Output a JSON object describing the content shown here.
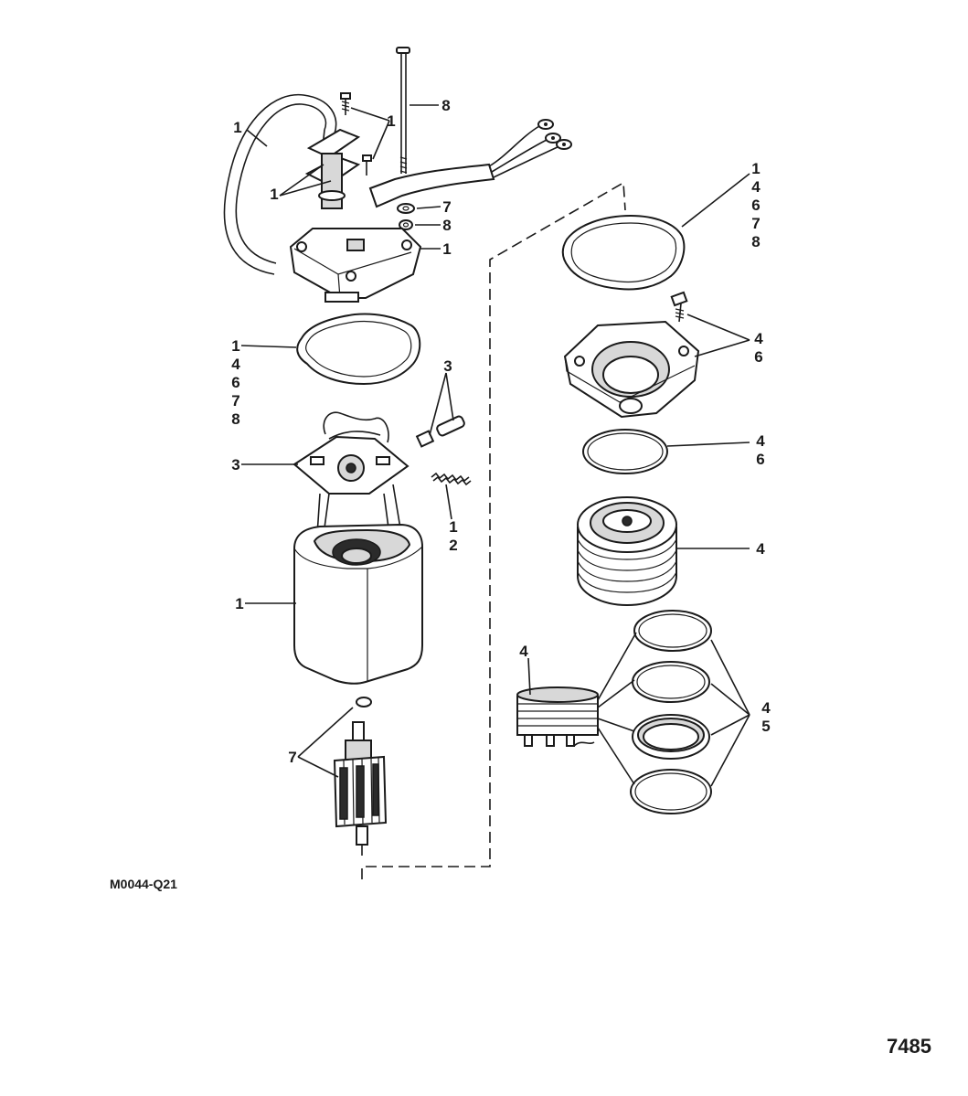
{
  "figure": {
    "drawing_id": "M0044-Q21",
    "page_number": "7485"
  },
  "callouts": [
    {
      "id": "hose",
      "text": "1"
    },
    {
      "id": "screws-top",
      "text": "1"
    },
    {
      "id": "clamp-plates",
      "text": "1"
    },
    {
      "id": "thru-bolt",
      "text": "8"
    },
    {
      "id": "washer-7-top",
      "text": "7"
    },
    {
      "id": "washer-8-top",
      "text": "8"
    },
    {
      "id": "end-cap",
      "text": "1"
    },
    {
      "id": "seal-upper-right",
      "text": "1\n4\n6\n7\n8"
    },
    {
      "id": "seal-left",
      "text": "1\n4\n6\n7\n8"
    },
    {
      "id": "brush-pair",
      "text": "3"
    },
    {
      "id": "brush-plate",
      "text": "3"
    },
    {
      "id": "spring",
      "text": "1\n2"
    },
    {
      "id": "flange-screws",
      "text": "4\n6"
    },
    {
      "id": "oring-mid-right",
      "text": "4\n6"
    },
    {
      "id": "pump-body",
      "text": "4"
    },
    {
      "id": "motor-frame",
      "text": "1"
    },
    {
      "id": "pump-stack",
      "text": "4"
    },
    {
      "id": "rings-right",
      "text": "4\n5"
    },
    {
      "id": "armature",
      "text": "7"
    }
  ]
}
